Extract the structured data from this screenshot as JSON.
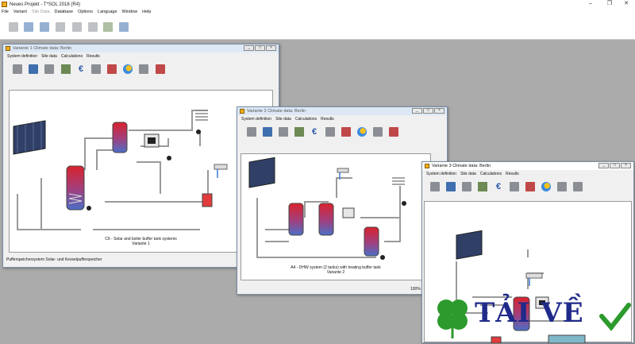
{
  "app": {
    "title": "Neues Projekt - T*SOL 2018 (R4)",
    "win_min": "–",
    "win_restore": "❐",
    "win_close": "✕"
  },
  "menu": [
    {
      "label": "File",
      "enabled": true
    },
    {
      "label": "Variant",
      "enabled": true
    },
    {
      "label": "Site Data",
      "enabled": false
    },
    {
      "label": "Database",
      "enabled": true
    },
    {
      "label": "Options",
      "enabled": true
    },
    {
      "label": "Language",
      "enabled": true
    },
    {
      "label": "Window",
      "enabled": true
    },
    {
      "label": "Help",
      "enabled": true
    }
  ],
  "child_menu": [
    "System definition",
    "Site data",
    "Calculations",
    "Results"
  ],
  "windows": {
    "v1": {
      "title": "Variante 1   Climate data: Berlin",
      "caption_line1": "C6 - Solar and boiler buffer tank systems",
      "caption_line2": "Variante 1",
      "status": "Pufferspeichersystem Solar- und Kesselpufferspeicher"
    },
    "v2": {
      "title": "Variante 2   Climate data: Berlin",
      "caption_line1": "A4 - DHW system (2 tanks) with heating buffer tank",
      "caption_line2": "Variante 2",
      "zoom": "100%"
    },
    "v3": {
      "title": "Variante 3   Climate data: Berlin"
    }
  },
  "watermark": {
    "text": "TẢI VỀ"
  },
  "colors": {
    "accent": "#f2b21c",
    "tank_hot": "#d9232d",
    "tank_cold": "#4b6fc6",
    "pipe": "#9a9a9a",
    "watermark_text": "#1f2a8a",
    "watermark_green": "#2c9a2c"
  }
}
